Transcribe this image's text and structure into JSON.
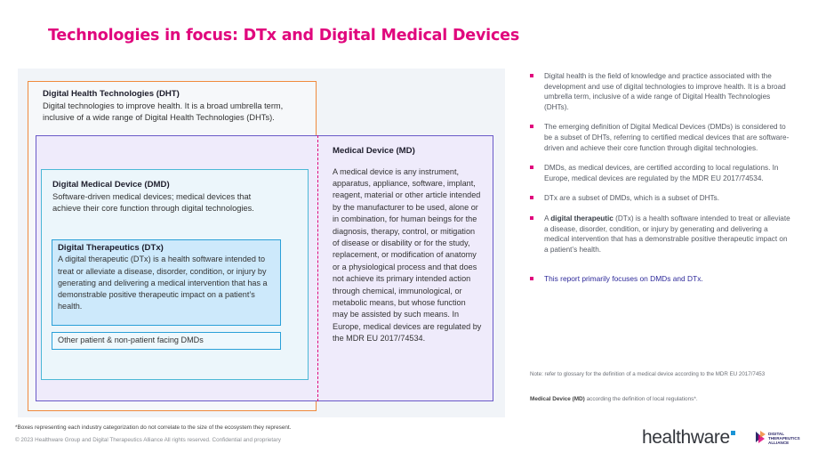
{
  "title": "Technologies in focus: DTx and Digital Medical Devices",
  "diagram": {
    "dht": {
      "heading": "Digital Health Technologies (DHT)",
      "body": "Digital technologies to improve health. It is a broad umbrella term, inclusive of a wide range of Digital Health Technologies (DHTs)."
    },
    "dmd": {
      "heading": "Digital Medical Device (DMD)",
      "body": "Software-driven medical devices; medical devices that achieve their core function through digital technologies."
    },
    "dtx": {
      "heading": "Digital Therapeutics (DTx)",
      "body": "A digital therapeutic (DTx) is a health software intended to treat or alleviate a disease, disorder, condition, or injury by generating and delivering a medical intervention that has a demonstrable positive therapeutic impact on a patient’s health."
    },
    "other": "Other patient & non-patient facing DMDs",
    "md": {
      "heading": "Medical Device (MD)",
      "body": "A medical device is any instrument, apparatus, appliance, software, implant, reagent, material or other article intended by the manufacturer to be used, alone or in combination, for human beings for the diagnosis, therapy, control, or mitigation of disease or disability or for the study, replacement, or modification of anatomy or a physiological process and that does not achieve its primary intended action through chemical, immunological, or metabolic means, but whose function may be assisted by such means. In Europe, medical devices are regulated by the MDR EU 2017/74534."
    }
  },
  "bullets": {
    "b1": "Digital health is the field of knowledge and practice associated with the development and use of digital technologies to improve health. It is a broad umbrella term, inclusive of a wide range of Digital Health Technologies (DHTs).",
    "b2": "The emerging definition of Digital Medical Devices (DMDs) is considered to be a subset of DHTs, referring to certified medical devices that are software-driven and achieve their core function through digital technologies.",
    "b3": "DMDs, as medical devices, are certified according to local regulations. In Europe, medical devices are regulated by the MDR EU 2017/74534.",
    "b4": "DTx are a subset of DMDs, which is a subset of DHTs.",
    "b5_pre": "A ",
    "b5_bold": "digital therapeutic",
    "b5_post": " (DTx) is a health software intended to treat or alleviate a disease, disorder, condition, or injury by generating and delivering a medical intervention that has a demonstrable positive therapeutic impact on a patient’s health.",
    "highlight": "This report primarily focuses on DMDs and DTx."
  },
  "note": "Note: refer to glossary for the definition of a medical device according to the MDR EU 2017/7453",
  "md_note_bold": "Medical Device (MD)",
  "md_note_rest": " according the definition of local regulations*.",
  "footnote": "*Boxes representing each industry categorization do not correlate to the size of the ecosystem they represent.",
  "copyright": "© 2023 Healthware Group and Digital Therapeutics Alliance All rights reserved. Confidential and proprietary",
  "logos": {
    "healthware": "healthware",
    "dta": [
      "DIGITAL",
      "THERAPEUTICS",
      "ALLIANCE"
    ]
  },
  "colors": {
    "accent": "#e0077d",
    "dht_border": "#f08a3c",
    "md_border": "#6a5ac8",
    "dmd_border": "#4bb8d6",
    "dtx_fill": "#cde9fb",
    "highlight_text": "#2e2a9a"
  }
}
